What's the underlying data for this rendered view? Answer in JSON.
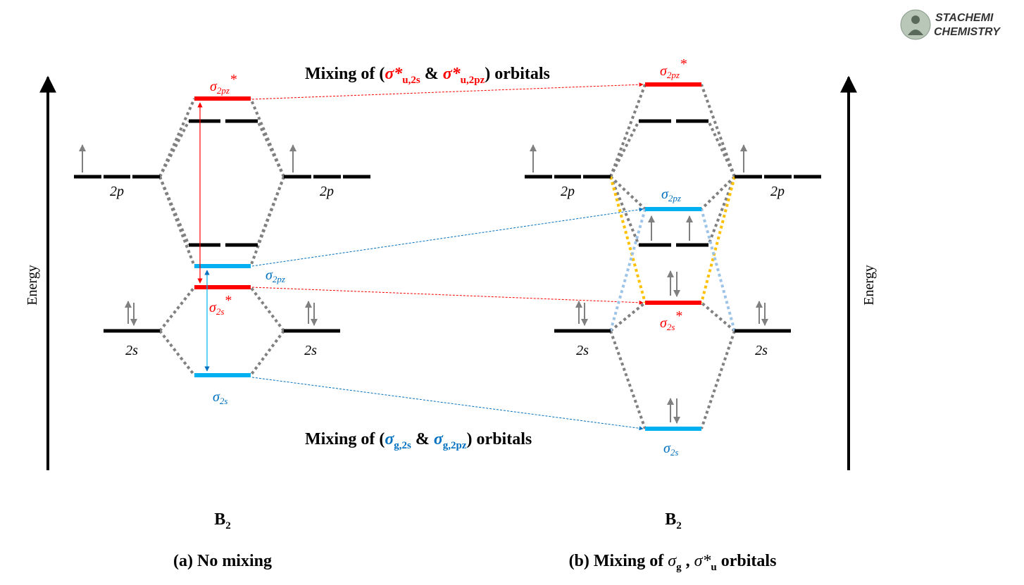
{
  "brand": {
    "line1": "STACHEMI",
    "line2": "CHEMISTRY"
  },
  "axis_label": "Energy",
  "top_title": {
    "prefix": "Mixing of (",
    "term1": "σ*",
    "term1_sub": "u,2s",
    "joiner": " & ",
    "term2": "σ*",
    "term2_sub": "u,2pz",
    "suffix": ") orbitals"
  },
  "bottom_title": {
    "prefix": "Mixing of (",
    "term1": "σ",
    "term1_sub": "g,2s",
    "joiner": " & ",
    "term2": "σ",
    "term2_sub": "g,2pz",
    "suffix": ") orbitals"
  },
  "diagram_a": {
    "molecule": "B",
    "molecule_sub": "2",
    "caption": "(a) No mixing",
    "atomic_labels": {
      "p_left": "2p",
      "p_right": "2p",
      "s_left": "2s",
      "s_right": "2s"
    },
    "mo_labels": {
      "sigma_2pz_star": {
        "sym": "σ",
        "sub": "2pz",
        "sup": "*"
      },
      "sigma_2pz": {
        "sym": "σ",
        "sub": "2pz"
      },
      "sigma_2s_star": {
        "sym": "σ",
        "sub": "2s",
        "sup": "*"
      },
      "sigma_2s": {
        "sym": "σ",
        "sub": "2s"
      }
    }
  },
  "diagram_b": {
    "molecule": "B",
    "molecule_sub": "2",
    "caption_prefix": "(b) Mixing of ",
    "caption_term1": "σ",
    "caption_term1_sub": "g",
    "caption_sep": " , ",
    "caption_term2": "σ*",
    "caption_term2_sub": "u",
    "caption_suffix": " orbitals",
    "atomic_labels": {
      "p_left": "2p",
      "p_right": "2p",
      "s_left": "2s",
      "s_right": "2s"
    },
    "mo_labels": {
      "sigma_2pz_star": {
        "sym": "σ",
        "sub": "2pz",
        "sup": "*"
      },
      "sigma_2pz": {
        "sym": "σ",
        "sub": "2pz"
      },
      "sigma_2s_star": {
        "sym": "σ",
        "sub": "2s",
        "sup": "*"
      },
      "sigma_2s": {
        "sym": "σ",
        "sub": "2s"
      }
    }
  },
  "colors": {
    "black": "#000000",
    "red": "#ff0000",
    "blue": "#00b0f0",
    "label_blue": "#0070c0",
    "gray": "#808080",
    "orange": "#ffc000",
    "light_blue": "#9dc3e6"
  }
}
